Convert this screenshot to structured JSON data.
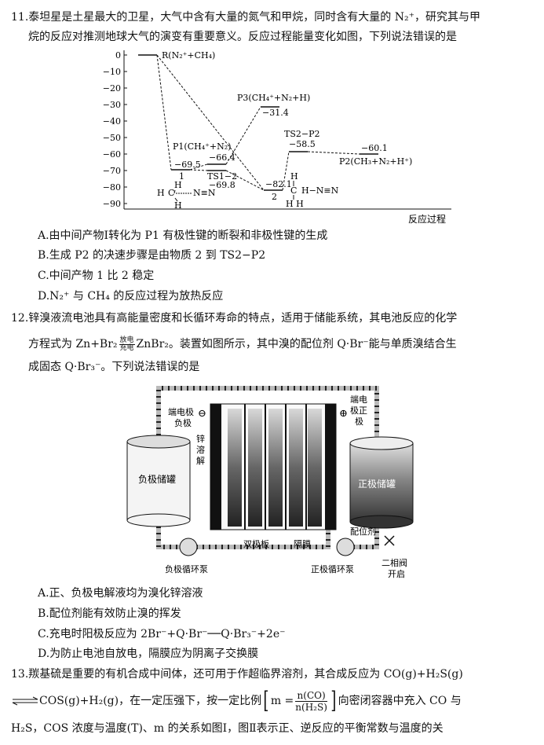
{
  "q11": {
    "number": "11.",
    "stem_line1": "泰坦星是土星最大的卫星，大气中含有大量的氮气和甲烷，同时含有大量的 N₂⁺，研究其与甲",
    "stem_line2": "烷的反应对推测地球大气的演变有重要意义。反应过程能量变化如图，下列说法错误的是",
    "chart": {
      "yticks": [
        "0",
        "−10",
        "−20",
        "−30",
        "−40",
        "−50",
        "−60",
        "−70",
        "−80",
        "−90"
      ],
      "xlabel": "反应过程",
      "R_label": "R(N₂⁺+CH₄)",
      "P1_label": "P1(CH₄⁺+N₂)",
      "P1_value": "−66.4",
      "I1_value": "−69.5",
      "I1_name": "1",
      "TS1_label": "TS1−2",
      "TS1_value": "−69.8",
      "P3_label": "P3(CH₄⁺+N₂+H)",
      "P3_value": "−31.4",
      "I2_value": "−82.1",
      "I2_name": "2",
      "TS2_label": "TS2−P2",
      "TS2_value": "−58.5",
      "P2_value": "−60.1",
      "P2_label": "P2(CH₃+N₂+H⁺)",
      "mol1_H_top": "H",
      "mol1_left": "H",
      "mol1_C": "C",
      "mol1_N": "N≡N",
      "mol1_H_bottom": "H",
      "mol2_H_top": "H",
      "mol2_C": "C",
      "mol2_right": "H−N≡N",
      "mol2_H_bottom": "H H"
    },
    "options": [
      "A.由中间产物Ⅰ转化为 P1 有极性键的断裂和非极性键的生成",
      "B.生成 P2 的决速步骤是由物质 2 到 TS2−P2",
      "C.中间产物 1 比 2 稳定",
      "D.N₂⁺ 与 CH₄ 的反应过程为放热反应"
    ]
  },
  "q12": {
    "number": "12.",
    "stem_line1": "锌溴液流电池具有高能量密度和长循环寿命的特点，适用于储能系统，其电池反应的化学",
    "eq_prefix": "方程式为 Zn+Br₂",
    "eq_top": "放电",
    "eq_bottom": "充电",
    "eq_suffix": "ZnBr₂。装置如图所示，其中溴的配位剂 Q·Br⁻能与单质溴结合生",
    "stem_line3": "成固态 Q·Br₃⁻。下列说法错误的是",
    "diagram": {
      "neg_electrode": [
        "端电极",
        "负极"
      ],
      "pos_electrode": [
        "端电",
        "极正",
        "极"
      ],
      "zinc": [
        "锌",
        "溶",
        "解"
      ],
      "neg_tank": "负极储罐",
      "pos_tank": "正极储罐",
      "complexing_agent": "配位剂",
      "bipolar_plate": "双极板",
      "membrane": "隔膜",
      "neg_pump": "负极循环泵",
      "pos_pump": "正极循环泵",
      "valve": [
        "二相阀",
        "开启"
      ],
      "minus_sign": "⊖",
      "plus_sign": "⊕"
    },
    "options": [
      "A.正、负极电解液均为溴化锌溶液",
      "B.配位剂能有效防止溴的挥发",
      "C.充电时阳极反应为 2Br⁻+Q·Br⁻──Q·Br₃⁻+2e⁻",
      "D.为防止电池自放电，隔膜应为阴离子交换膜"
    ]
  },
  "q13": {
    "number": "13.",
    "stem_line1": "羰基硫是重要的有机合成中间体，还可用于作超临界溶剂，其合成反应为 CO(g)+H₂S(g)",
    "line2_prefix": "COS(g)+H₂(g)，在一定压强下，按一定比例",
    "m_label": "m =",
    "m_num": "n(CO)",
    "m_den": "n(H₂S)",
    "line2_suffix": "向密闭容器中充入 CO 与",
    "stem_line3": "H₂S，COS 浓度与温度(T)、m 的关系如图Ⅰ，图Ⅱ表示正、逆反应的平衡常数与温度的关"
  }
}
